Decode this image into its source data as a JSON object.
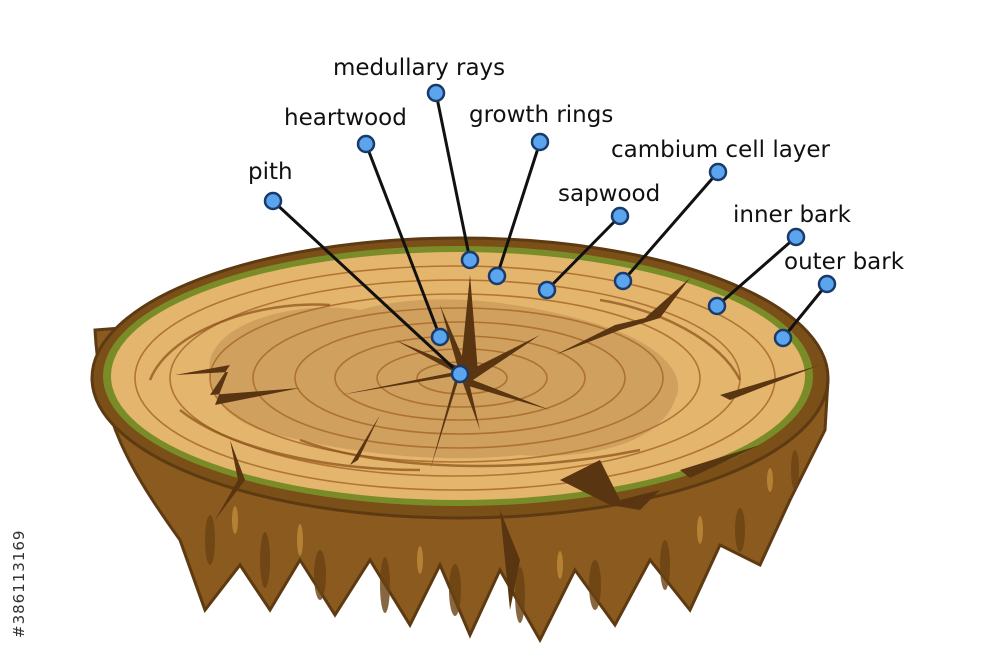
{
  "colors": {
    "bark_dark": "#5e3a12",
    "bark_mid": "#8a5a1e",
    "bark_light": "#a8702c",
    "cambium_green": "#7a8c28",
    "sapwood": "#e4b56c",
    "heartwood": "#c99a5a",
    "ring_line": "#a86a2a",
    "crack": "#5a3512",
    "leader": "#111111",
    "dot_fill": "#5aa5ee",
    "dot_stroke": "#1a3a6a"
  },
  "labels": [
    {
      "id": "medullary-rays",
      "text": "medullary rays"
    },
    {
      "id": "heartwood",
      "text": "heartwood"
    },
    {
      "id": "growth-rings",
      "text": "growth rings"
    },
    {
      "id": "pith",
      "text": "pith"
    },
    {
      "id": "cambium-cell-layer",
      "text": "cambium cell layer"
    },
    {
      "id": "sapwood",
      "text": "sapwood"
    },
    {
      "id": "inner-bark",
      "text": "inner bark"
    },
    {
      "id": "outer-bark",
      "text": "outer bark"
    }
  ],
  "watermark": "#386113169"
}
